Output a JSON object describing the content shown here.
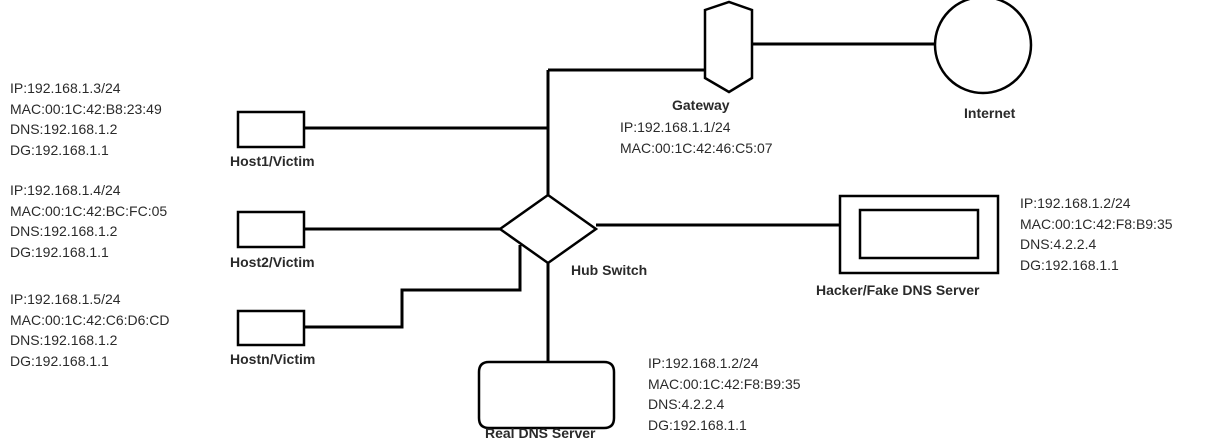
{
  "gateway": {
    "name": "Gateway",
    "ip": "IP:192.168.1.1/24",
    "mac": "MAC:00:1C:42:46:C5:07"
  },
  "internet": {
    "name": "Internet"
  },
  "hub": {
    "name": "Hub Switch"
  },
  "host1": {
    "name": "Host1/Victim",
    "ip": "IP:192.168.1.3/24",
    "mac": "MAC:00:1C:42:B8:23:49",
    "dns": "DNS:192.168.1.2",
    "dg": "DG:192.168.1.1"
  },
  "host2": {
    "name": "Host2/Victim",
    "ip": "IP:192.168.1.4/24",
    "mac": "MAC:00:1C:42:BC:FC:05",
    "dns": "DNS:192.168.1.2",
    "dg": "DG:192.168.1.1"
  },
  "hostn": {
    "name": "Hostn/Victim",
    "ip": "IP:192.168.1.5/24",
    "mac": "MAC:00:1C:42:C6:D6:CD",
    "dns": "DNS:192.168.1.2",
    "dg": "DG:192.168.1.1"
  },
  "hacker": {
    "name": "Hacker/Fake DNS Server",
    "ip": "IP:192.168.1.2/24",
    "mac": "MAC:00:1C:42:F8:B9:35",
    "dns": "DNS:4.2.2.4",
    "dg": "DG:192.168.1.1"
  },
  "real_dns": {
    "name": "Real DNS Server",
    "ip": "IP:192.168.1.2/24",
    "mac": "MAC:00:1C:42:F8:B9:35",
    "dns": "DNS:4.2.2.4",
    "dg": "DG:192.168.1.1"
  }
}
